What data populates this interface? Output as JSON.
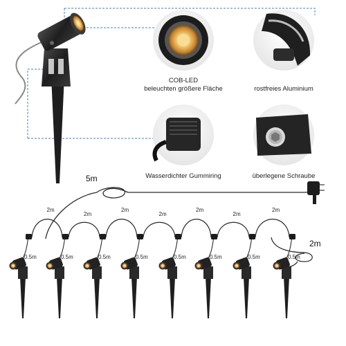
{
  "features": {
    "cob_led": {
      "line1": "COB-LED",
      "line2": "beleuchten größere Fläche"
    },
    "aluminium": "rostfreies Aluminium",
    "gummiring": "Wasserdichter Gummiring",
    "schraube": "überlegene Schraube"
  },
  "cables": {
    "main_length": "5m",
    "segment_length": "2m",
    "lamp_lead_length": "0.5m",
    "end_length": "2m"
  },
  "colors": {
    "lamp_body": "#232323",
    "led_glow": "#e8b25a",
    "dashed_line": "#3d7fc1",
    "cable": "#2a2a2a"
  },
  "icons": [
    "spotlight-icon",
    "ground-spike-icon",
    "plug-icon"
  ]
}
